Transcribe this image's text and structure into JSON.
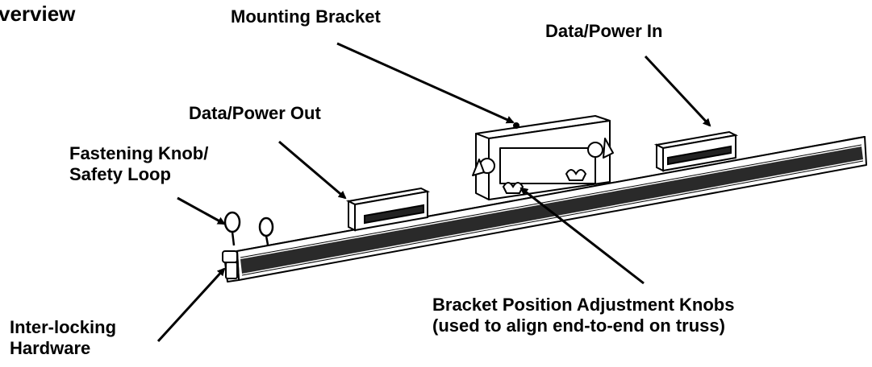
{
  "heading": "verview",
  "labels": {
    "mounting_bracket": "Mounting Bracket",
    "data_power_in": "Data/Power In",
    "data_power_out": "Data/Power Out",
    "fastening_knob_line1": "Fastening Knob/",
    "fastening_knob_line2": "Safety Loop",
    "interlocking_line1": "Inter-locking",
    "interlocking_line2": "Hardware",
    "bracket_knobs_line1": "Bracket Position Adjustment Knobs",
    "bracket_knobs_line2": "(used to align end-to-end on truss)"
  },
  "colors": {
    "ink": "#000000",
    "background": "#ffffff",
    "led_strip": "#2a2a2a"
  }
}
